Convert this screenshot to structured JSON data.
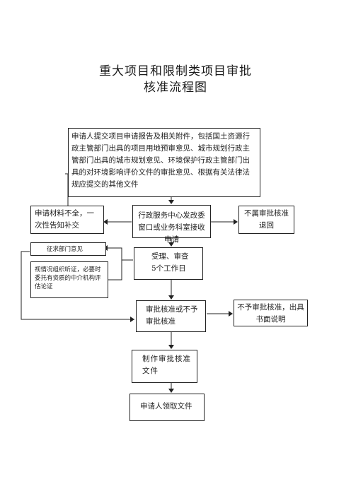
{
  "title": {
    "line1": "重大项目和限制类项目审批",
    "line2": "核准流程图"
  },
  "nodes": {
    "submit": "申请人提交项目申请报告及相关附件，包括国土资源行政主管部门出具的项目用地预审意见、城市规划行政主管部门出具的城市规划意见、环境保护行政主管部门出具的对环境影响评价文件的审批意见、根据有关法律法规应提交的其他文件",
    "incomplete": "申请材料不全，一次性告知补交",
    "service_center": "行政服务中心发改委窗口或业务科室接收申请",
    "not_applicable": "不属审批核准退回",
    "solicit": "征求部门意见",
    "hearing": "视情况组织听证，必要时委托有资质的中介机构评估论证",
    "review": "受理、审查\n5个工作日",
    "decision": "审批核准或不予审批核准",
    "reject_explain": "不予审批核准，出具书面说明",
    "make_document": "制作审批核准文件",
    "collect": "申请人领取文件"
  },
  "colors": {
    "stroke": "#222222",
    "text": "#1a1a1a"
  }
}
